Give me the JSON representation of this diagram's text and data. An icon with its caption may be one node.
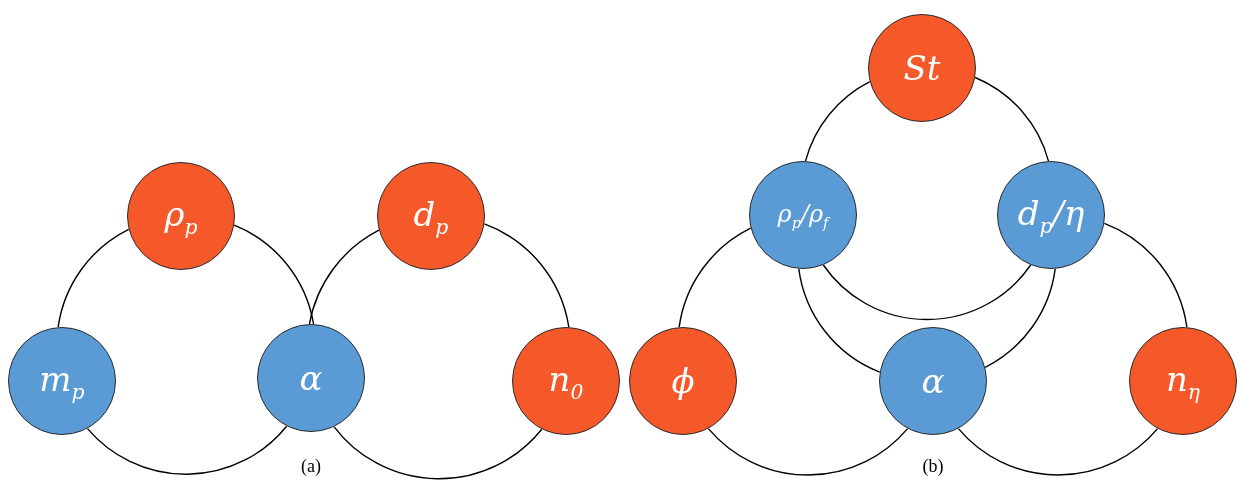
{
  "diagram": {
    "nodes": [
      {
        "text": [
          "ρ$_{p}$"
        ]
      },
      {
        "text": [
          "d$_{p}$"
        ]
      },
      {
        "text": [
          "m$_{p}$"
        ]
      },
      {
        "text": [
          "α"
        ]
      },
      {
        "text": [
          "n$_{0}$"
        ]
      },
      {
        "text": [
          "St"
        ]
      },
      {
        "text": [
          "ρ$_{p}$/ρ$_{f}$"
        ]
      },
      {
        "text": [
          "d$_{p}$/η"
        ]
      },
      {
        "text": [
          "ϕ"
        ]
      },
      {
        "text": [
          "α"
        ]
      },
      {
        "text": [
          "n$_{η}$"
        ]
      }
    ],
    "edges": [
      {
        "from": 0,
        "to": 2,
        "arrow": "none"
      },
      {
        "from": 2,
        "to": 3,
        "arrow": "none"
      },
      {
        "from": 3,
        "to": 0,
        "arrow": "none"
      },
      {
        "from": 1,
        "to": 3,
        "arrow": "none"
      },
      {
        "from": 3,
        "to": 4,
        "arrow": "none"
      },
      {
        "from": 4,
        "to": 1,
        "arrow": "none"
      },
      {
        "from": 5,
        "to": 6,
        "arrow": "none"
      },
      {
        "from": 6,
        "to": 7,
        "arrow": "none"
      },
      {
        "from": 7,
        "to": 5,
        "arrow": "none"
      },
      {
        "from": 6,
        "to": 8,
        "arrow": "none"
      },
      {
        "from": 8,
        "to": 9,
        "arrow": "none"
      },
      {
        "from": 9,
        "to": 6,
        "arrow": "none"
      },
      {
        "from": 7,
        "to": 9,
        "arrow": "none"
      },
      {
        "from": 9,
        "to": 10,
        "arrow": "none"
      },
      {
        "from": 10,
        "to": 7,
        "arrow": "none"
      }
    ],
    "labels": [
      "(a)",
      "(b)"
    ]
  }
}
